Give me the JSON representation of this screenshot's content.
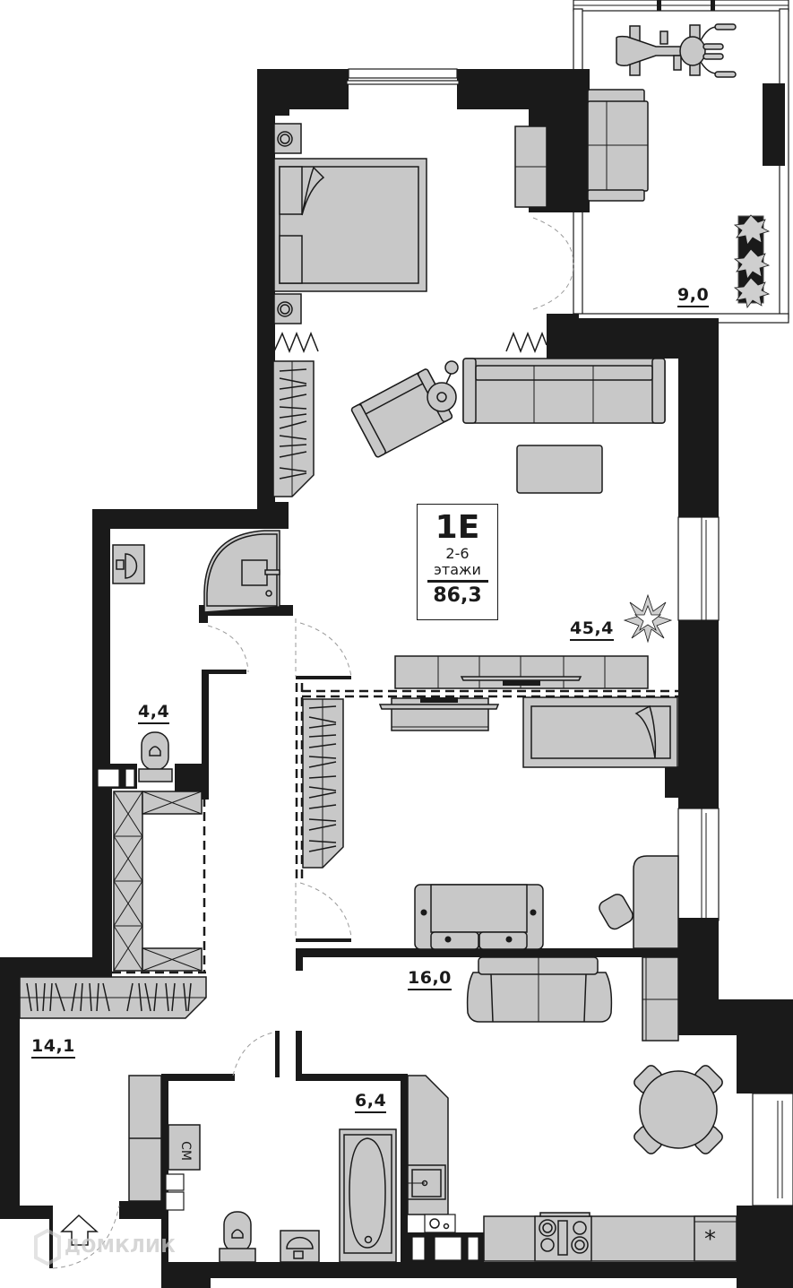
{
  "plan": {
    "apartment_code": "1E",
    "floors_range": "2-6",
    "floors_label": "этажи",
    "total_area": "86,3"
  },
  "rooms": [
    {
      "id": "balcony",
      "area": "9,0"
    },
    {
      "id": "living-room",
      "area": "45,4"
    },
    {
      "id": "bathroom-small",
      "area": "4,4"
    },
    {
      "id": "bedroom",
      "area": "16,0"
    },
    {
      "id": "hallway",
      "area": "14,1"
    },
    {
      "id": "bathroom-large",
      "area": "6,4"
    }
  ],
  "labels": {
    "washing_machine": "СМ",
    "fridge": "*",
    "watermark": "ДОМКЛИК"
  },
  "icons": [
    "entrance-arrow-icon",
    "domklik-logo-icon"
  ],
  "colors": {
    "wall": "#1a1a1a",
    "furniture": "#c8c8c8",
    "background": "#ffffff",
    "door_swing": "#9a9a9a"
  }
}
